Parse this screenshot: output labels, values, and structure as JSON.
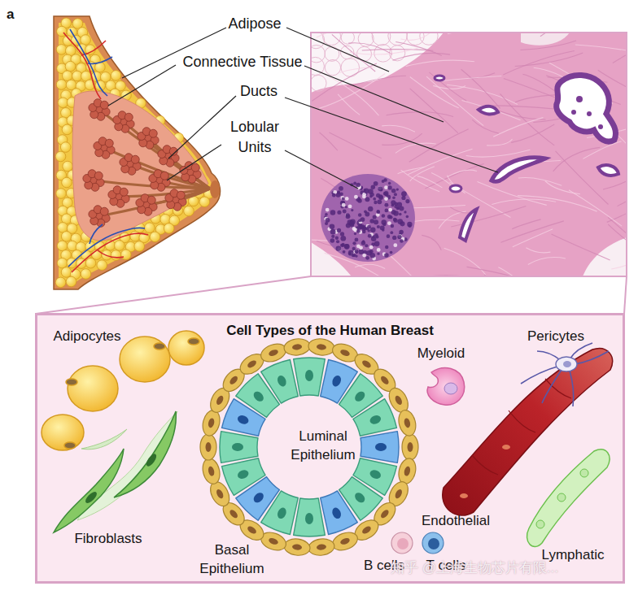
{
  "diagram": {
    "nodes": [
      {
        "text": [
          "Cell Types of the Human Breast"
        ]
      }
    ],
    "labels": [
      "a",
      "Adipose",
      "Connective Tissue",
      "Ducts",
      "Lobular Units",
      "Adipocytes",
      "Myeloid",
      "Pericytes",
      "Luminal Epithelium",
      "Fibroblasts",
      "Endothelial",
      "Lymphatic",
      "Basal Epithelium",
      "B cells",
      "T cells",
      "知乎 @上海生物芯片有限..."
    ]
  }
}
